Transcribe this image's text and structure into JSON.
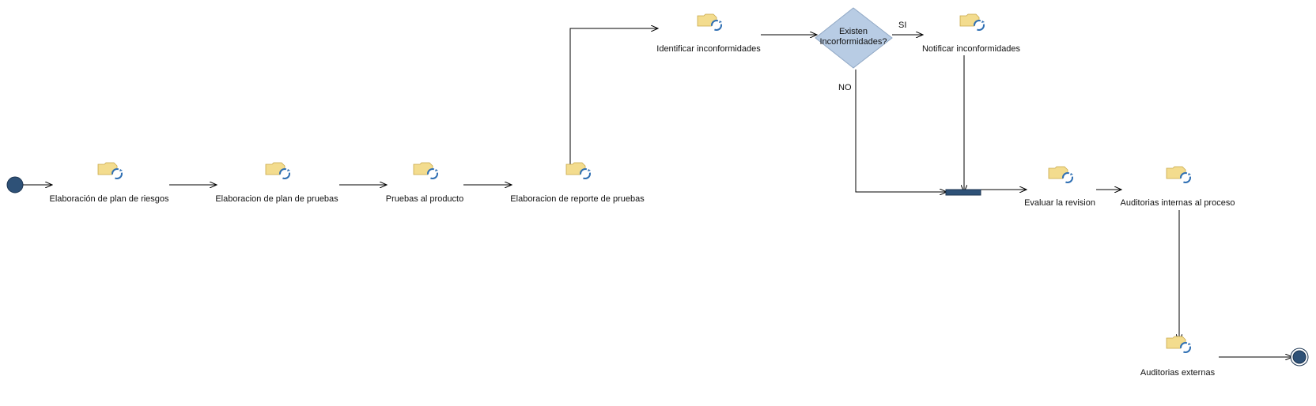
{
  "activities": [
    {
      "id": "a1",
      "label": "Elaboración de plan de riesgos"
    },
    {
      "id": "a2",
      "label": "Elaboracion  de plan de pruebas"
    },
    {
      "id": "a3",
      "label": "Pruebas al producto"
    },
    {
      "id": "a4",
      "label": "Elaboracion de reporte de pruebas"
    },
    {
      "id": "a5",
      "label": "Identificar inconformidades"
    },
    {
      "id": "a6",
      "label": "Notificar inconformidades"
    },
    {
      "id": "a7",
      "label": "Evaluar la revision"
    },
    {
      "id": "a8",
      "label": "Auditorias internas al proceso"
    },
    {
      "id": "a9",
      "label": "Auditorias externas"
    }
  ],
  "decision": {
    "line1": "Existen",
    "line2": "Incorformidades?"
  },
  "conditions": {
    "yes": "SI",
    "no": "NO"
  },
  "colors": {
    "node_fill": "#2e5177",
    "diamond_fill": "#b8cce4",
    "diamond_stroke": "#8fa7c4",
    "edge": "#000000",
    "icon_folder": "#f3dc8e",
    "icon_arrows": "#2f6fb3"
  },
  "icons": {
    "task": "task-refresh-icon"
  }
}
